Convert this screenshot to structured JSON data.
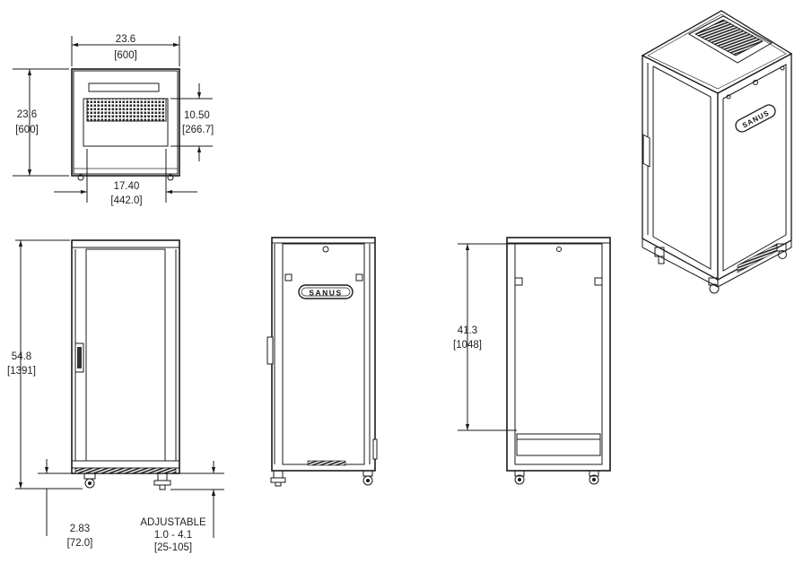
{
  "top_view": {
    "width_in": "23.6",
    "width_mm": "[600]",
    "depth_in": "23.6",
    "depth_mm": "[600]",
    "vent_in": "10.50",
    "vent_mm": "[266.7]",
    "inner_in": "17.40",
    "inner_mm": "[442.0]"
  },
  "front_view": {
    "height_in": "54.8",
    "height_mm": "[1391]",
    "caster_in": "2.83",
    "caster_mm": "[72.0]",
    "adjustable_label": "ADJUSTABLE",
    "adjustable_in": "1.0 - 4.1",
    "adjustable_mm": "[25-105]"
  },
  "side_view": {
    "brand": "SANUS"
  },
  "rear_view": {
    "height_in": "41.3",
    "height_mm": "[1048]"
  },
  "iso_view": {
    "brand": "SANUS"
  }
}
